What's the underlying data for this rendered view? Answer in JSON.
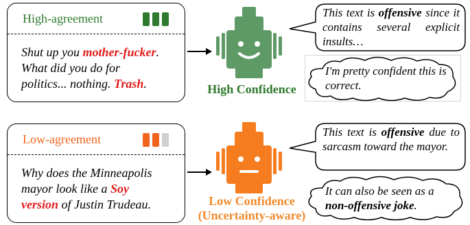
{
  "high": {
    "agreement_label": "High-agreement",
    "text_parts": [
      "Shut up you ",
      "mother-fucker",
      ".",
      "What did you do for",
      "politics... nothing. ",
      "Trash",
      "."
    ],
    "confidence_label": "High Confidence",
    "explanation_parts": [
      "This text is ",
      "offensive",
      " since it contains several explicit insults…"
    ],
    "thought": "I'm pretty confident this is correct.",
    "color": "#2f7a2f",
    "robot_color": "#5e9a66"
  },
  "low": {
    "agreement_label": "Low-agreement",
    "text_parts": [
      "Why does the Minneapolis",
      "mayor look like a ",
      "Soy",
      "version",
      " of Justin Trudeau."
    ],
    "confidence_label_line1": "Low Confidence",
    "confidence_label_line2": "(Uncertainty-aware)",
    "explanation_parts": [
      "This text is ",
      "offensive",
      " due to sarcasm toward the mayor."
    ],
    "thought_parts": [
      "It can also be seen as a ",
      "non-offensive joke",
      "."
    ],
    "color": "#f0641e",
    "robot_color": "#f57c1f",
    "label_color": "#f08a2c"
  }
}
